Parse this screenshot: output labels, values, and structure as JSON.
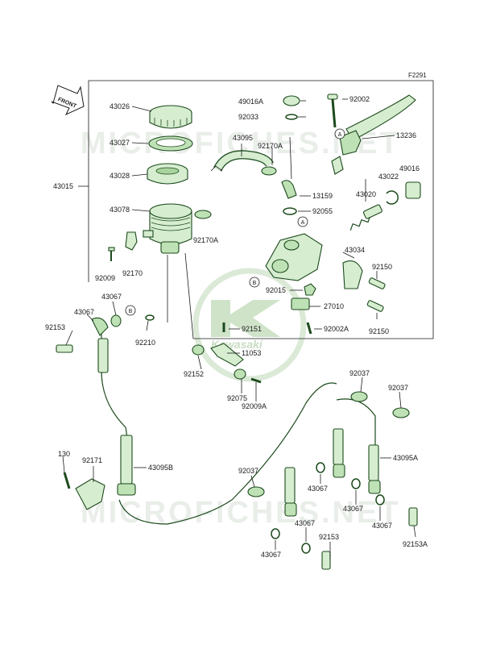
{
  "diagram": {
    "code": "F2291",
    "front_label": "FRONT",
    "brand": "Kawasaki",
    "watermark": "MICROFICHES.NET",
    "callouts": {
      "a": "A",
      "b": "B"
    },
    "labels": {
      "p43026": "43026",
      "p43027": "43027",
      "p43028": "43028",
      "p43015": "43015",
      "p43078": "43078",
      "p92009": "92009",
      "p92170": "92170",
      "p43095_top": "43095",
      "p92170A": "92170A",
      "p92170A_b": "92170A",
      "p49016A": "49016A",
      "p92033": "92033",
      "p92002": "92002",
      "p13236": "13236",
      "p43022": "43022",
      "p49016": "49016",
      "p43020": "43020",
      "p13159": "13159",
      "p92055": "92055",
      "p43034": "43034",
      "p92150_a": "92150",
      "p92150_b": "92150",
      "p92015": "92015",
      "p27010": "27010",
      "p92002A": "92002A",
      "p92151": "92151",
      "p11053": "11053",
      "p92152": "92152",
      "p92075": "92075",
      "p92009A": "92009A",
      "p43067_a": "43067",
      "p43067_b": "43067",
      "p92153_a": "92153",
      "p92210": "92210",
      "p130": "130",
      "p92171": "92171",
      "p43095B": "43095B",
      "p92037_a": "92037",
      "p92037_b": "92037",
      "p92037_c": "92037",
      "p43095A": "43095A",
      "p43067_c": "43067",
      "p43067_d": "43067",
      "p43067_e": "43067",
      "p43067_f": "43067",
      "p92153_b": "92153",
      "p92153A": "92153A"
    }
  }
}
